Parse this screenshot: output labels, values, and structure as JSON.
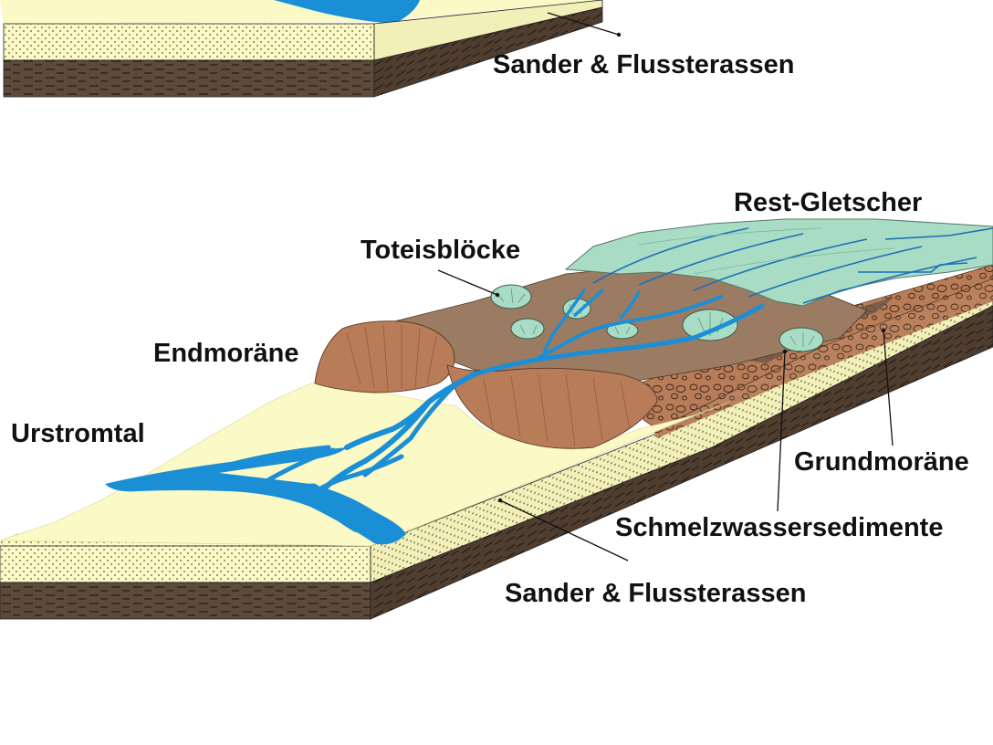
{
  "top_block": {
    "labels": {
      "sander": "Sander & Flussterassen"
    }
  },
  "bottom_block": {
    "labels": {
      "rest_gletscher": "Rest-Gletscher",
      "toteisbloecke": "Toteisblöcke",
      "endmoraene": "Endmoräne",
      "urstromtal": "Urstromtal",
      "grundmoraene": "Grundmoräne",
      "schmelzwassersedimente": "Schmelzwassersedimente",
      "sander": "Sander & Flussterassen"
    }
  },
  "colors": {
    "sand": "#fbf9c5",
    "sand_dots": "#5a5a3a",
    "bedrock": "#5e4a3a",
    "bedrock_lines": "#2e2218",
    "brown_plain": "#9c7b63",
    "moraine": "#b87c58",
    "moraine_dark": "#8f5b3c",
    "glacier": "#a9dcc4",
    "glacier_line": "#1a6fb8",
    "water": "#1a8fd6",
    "outline": "#222222"
  }
}
